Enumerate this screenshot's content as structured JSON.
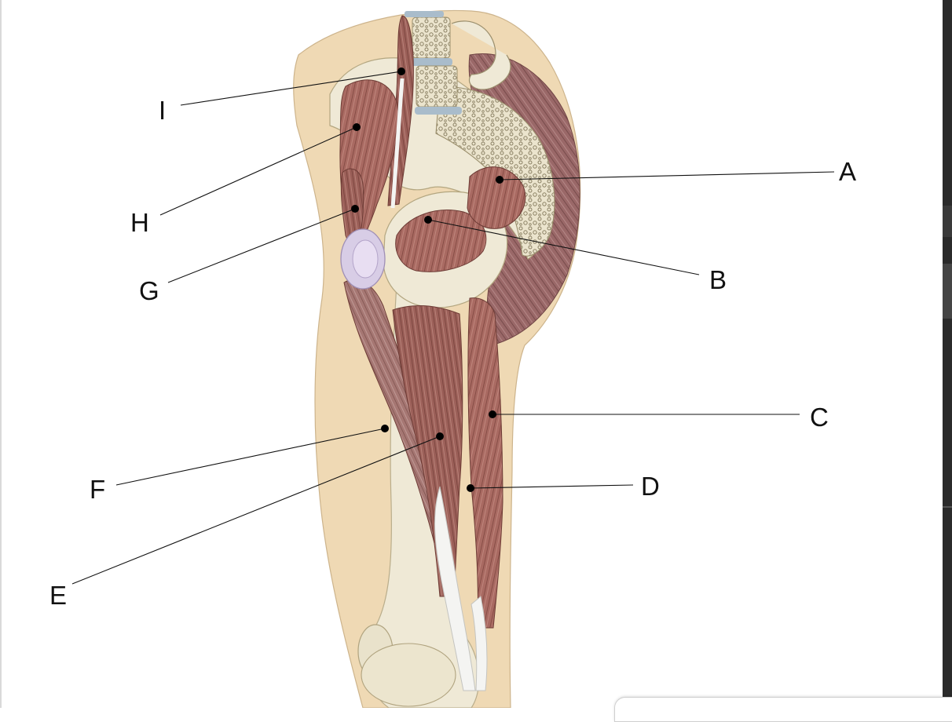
{
  "labels": {
    "A": "A",
    "B": "B",
    "C": "C",
    "D": "D",
    "E": "E",
    "F": "F",
    "G": "G",
    "H": "H",
    "I": "I"
  },
  "colors": {
    "background": "#ffffff",
    "skin": "#efd9b4",
    "bone": "#efe9d6",
    "muscle": "#a96a62",
    "muscle_dark": "#8e544d",
    "tendon": "#f4f4f2",
    "cartilage": "#d8cde6",
    "disc": "#a9bccb",
    "leader_line": "#111111"
  }
}
